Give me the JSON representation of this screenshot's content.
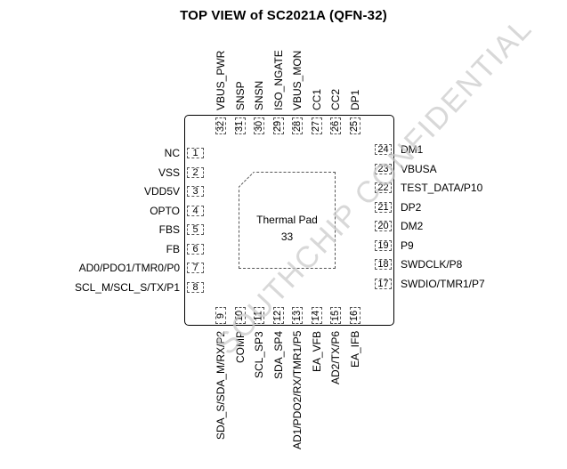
{
  "title": "TOP VIEW of SC2021A (QFN-32)",
  "thermal_pad": {
    "label": "Thermal Pad",
    "number": "33"
  },
  "watermark": "SOUTHCHIP CONFIDENTIAL",
  "pins_left": [
    {
      "num": "1",
      "name": "NC"
    },
    {
      "num": "2",
      "name": "VSS"
    },
    {
      "num": "3",
      "name": "VDD5V"
    },
    {
      "num": "4",
      "name": "OPTO"
    },
    {
      "num": "5",
      "name": "FBS"
    },
    {
      "num": "6",
      "name": "FB"
    },
    {
      "num": "7",
      "name": "AD0/PDO1/TMR0/P0"
    },
    {
      "num": "8",
      "name": "SCL_M/SCL_S/TX/P1"
    }
  ],
  "pins_bottom": [
    {
      "num": "9",
      "name": "SDA_S/SDA_M/RX/P2"
    },
    {
      "num": "10",
      "name": "COMP"
    },
    {
      "num": "11",
      "name": "SCL_SP3"
    },
    {
      "num": "12",
      "name": "SDA_SP4"
    },
    {
      "num": "13",
      "name": "AD1/PDO2/RX/TMR1/P5"
    },
    {
      "num": "14",
      "name": "EA_VFB"
    },
    {
      "num": "15",
      "name": "AD2/TX/P6"
    },
    {
      "num": "16",
      "name": "EA_IFB"
    }
  ],
  "pins_right": [
    {
      "num": "17",
      "name": "SWDIO/TMR1/P7"
    },
    {
      "num": "18",
      "name": "SWDCLK/P8"
    },
    {
      "num": "19",
      "name": "P9"
    },
    {
      "num": "20",
      "name": "DM2"
    },
    {
      "num": "21",
      "name": "DP2"
    },
    {
      "num": "22",
      "name": "TEST_DATA/P10"
    },
    {
      "num": "23",
      "name": "VBUSA"
    },
    {
      "num": "24",
      "name": "DM1"
    }
  ],
  "pins_top": [
    {
      "num": "25",
      "name": "DP1"
    },
    {
      "num": "26",
      "name": "CC2"
    },
    {
      "num": "27",
      "name": "CC1"
    },
    {
      "num": "28",
      "name": "VBUS_MON"
    },
    {
      "num": "29",
      "name": "ISO_NGATE"
    },
    {
      "num": "30",
      "name": "SNSN"
    },
    {
      "num": "31",
      "name": "SNSP"
    },
    {
      "num": "32",
      "name": "VBUS_PWR"
    }
  ]
}
